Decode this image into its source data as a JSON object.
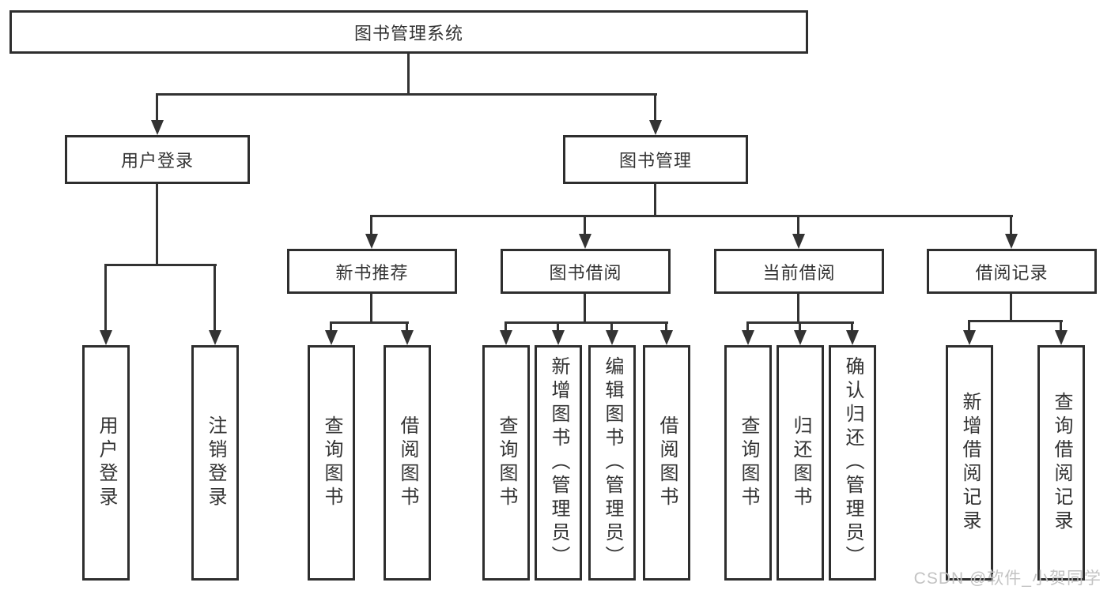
{
  "colors": {
    "background": "#ffffff",
    "box_border": "#2e2e2e",
    "line": "#333333",
    "text": "#333333",
    "watermark": "#c3c3c3"
  },
  "tree": {
    "root": "图书管理系统",
    "level2": [
      "用户登录",
      "图书管理"
    ],
    "level3": [
      "新书推荐",
      "图书借阅",
      "当前借阅",
      "借阅记录"
    ],
    "leaves_user_login": [
      "用户登录",
      "注销登录"
    ],
    "leaves_new_book": [
      "查询图书",
      "借阅图书"
    ],
    "leaves_book_borrow": [
      "查询图书",
      "新增图书（管理员）",
      "编辑图书（管理员）",
      "借阅图书"
    ],
    "leaves_current_borrow": [
      "查询图书",
      "归还图书",
      "确认归还（管理员）"
    ],
    "leaves_borrow_records": [
      "新增借阅记录",
      "查询借阅记录"
    ]
  },
  "watermark": "CSDN @软件_小贺同学"
}
